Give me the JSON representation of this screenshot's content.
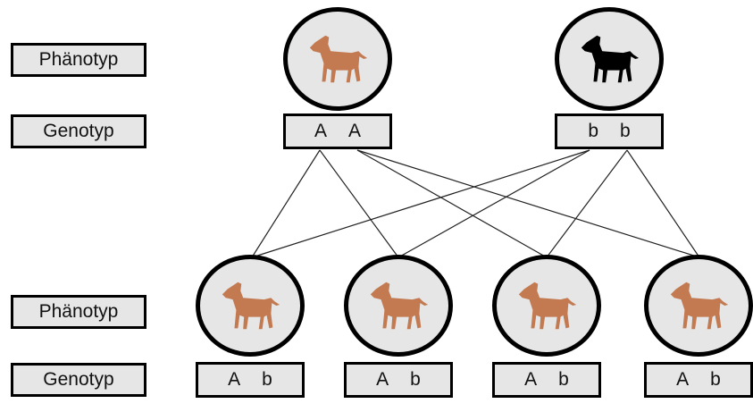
{
  "labels": {
    "phenotype": "Phänotyp",
    "genotype": "Genotyp"
  },
  "colors": {
    "brown_dog": "#c47a51",
    "black_dog": "#000000",
    "box_fill": "#e6e6e6"
  },
  "parents": [
    {
      "phenotype_icon": "brown-dog-icon",
      "alleles": [
        "A",
        "A"
      ]
    },
    {
      "phenotype_icon": "black-dog-icon",
      "alleles": [
        "b",
        "b"
      ]
    }
  ],
  "offspring": [
    {
      "phenotype_icon": "brown-dog-icon",
      "alleles": [
        "A",
        "b"
      ]
    },
    {
      "phenotype_icon": "brown-dog-icon",
      "alleles": [
        "A",
        "b"
      ]
    },
    {
      "phenotype_icon": "brown-dog-icon",
      "alleles": [
        "A",
        "b"
      ]
    },
    {
      "phenotype_icon": "brown-dog-icon",
      "alleles": [
        "A",
        "b"
      ]
    }
  ]
}
